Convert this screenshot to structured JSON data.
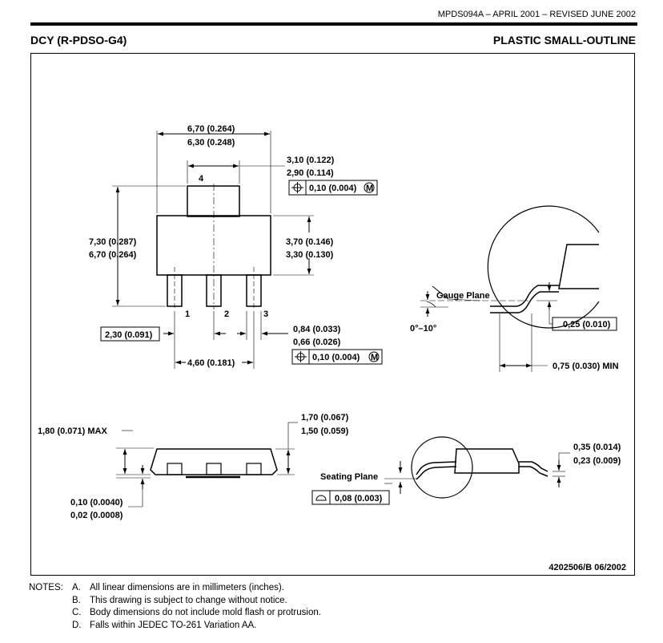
{
  "header": {
    "doc_id": "MPDS094A – APRIL 2001 – REVISED JUNE 2002",
    "package_name": "DCY (R-PDSO-G4)",
    "package_type": "PLASTIC SMALL-OUTLINE"
  },
  "top_view": {
    "pin_numbers": [
      "1",
      "2",
      "3",
      "4"
    ],
    "body_width_max": "6,70 (0.264)",
    "body_width_min": "6,30 (0.248)",
    "tab_width_max": "3,10 (0.122)",
    "tab_width_min": "2,90 (0.114)",
    "tab_tolerance": "0,10 (0.004)",
    "overall_length_max": "7,30 (0.287)",
    "overall_length_min": "6,70 (0.264)",
    "body_length_max": "3,70 (0.146)",
    "body_length_min": "3,30 (0.130)",
    "pin_pitch": "2,30 (0.091)",
    "pin_span": "4,60 (0.181)",
    "lead_width_max": "0,84 (0.033)",
    "lead_width_min": "0,66 (0.026)",
    "lead_tolerance": "0,10 (0.004)",
    "mmc_symbol": "M"
  },
  "lead_detail": {
    "gauge_plane_label": "Gauge Plane",
    "angle_range": "0°–10°",
    "gauge_height": "0,25 (0.010)",
    "foot_length": "0,75 (0.030) MIN"
  },
  "side_view": {
    "height_max": "1,80 (0.071) MAX",
    "body_height_max": "1,70 (0.067)",
    "body_height_min": "1,50 (0.059)",
    "standoff_max": "0,10 (0.0040)",
    "standoff_min": "0,02 (0.0008)"
  },
  "seating_detail": {
    "seating_plane_label": "Seating Plane",
    "coplanarity": "0,08 (0.003)",
    "lead_thickness_max": "0,35 (0.014)",
    "lead_thickness_min": "0,23 (0.009)"
  },
  "drawing_number": "4202506/B 06/2002",
  "notes": {
    "header": "NOTES:",
    "items": [
      {
        "letter": "A.",
        "text": "All linear dimensions are in millimeters (inches)."
      },
      {
        "letter": "B.",
        "text": "This drawing is subject to change without notice."
      },
      {
        "letter": "C.",
        "text": "Body dimensions do not include mold flash or protrusion."
      },
      {
        "letter": "D.",
        "text": "Falls within JEDEC TO-261 Variation AA."
      }
    ]
  }
}
